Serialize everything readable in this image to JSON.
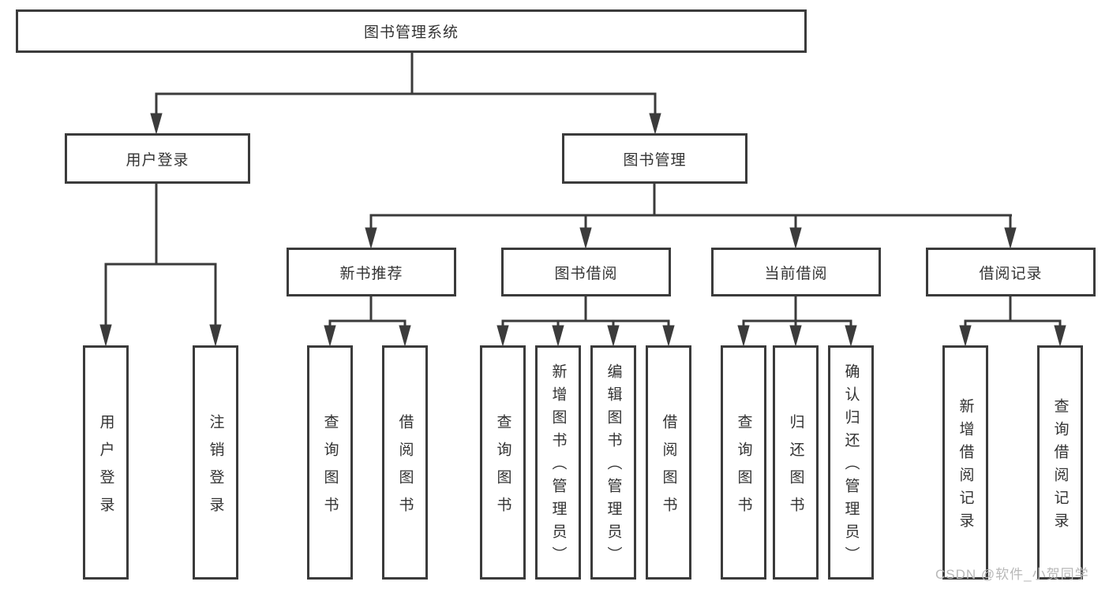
{
  "diagram": {
    "title_node": "图书管理系统",
    "root": {
      "label": "图书管理系统",
      "children": [
        {
          "label": "用户登录",
          "children": [
            {
              "label": "用户登录"
            },
            {
              "label": "注销登录"
            }
          ]
        },
        {
          "label": "图书管理",
          "children": [
            {
              "label": "新书推荐",
              "children": [
                {
                  "label": "查询图书"
                },
                {
                  "label": "借阅图书"
                }
              ]
            },
            {
              "label": "图书借阅",
              "children": [
                {
                  "label": "查询图书"
                },
                {
                  "label": "新增图书（管理员）"
                },
                {
                  "label": "编辑图书（管理员）"
                },
                {
                  "label": "借阅图书"
                }
              ]
            },
            {
              "label": "当前借阅",
              "children": [
                {
                  "label": "查询图书"
                },
                {
                  "label": "归还图书"
                },
                {
                  "label": "确认归还（管理员）"
                }
              ]
            },
            {
              "label": "借阅记录",
              "children": [
                {
                  "label": "新增借阅记录"
                },
                {
                  "label": "查询借阅记录"
                }
              ]
            }
          ]
        }
      ]
    },
    "colors": {
      "line": "#3b3b3b",
      "box_border": "#3b3b3b",
      "text": "#333333",
      "background": "#ffffff",
      "watermark": "#b8b8b8"
    }
  },
  "watermark": {
    "text": "CSDN @软件_小贺同学"
  }
}
